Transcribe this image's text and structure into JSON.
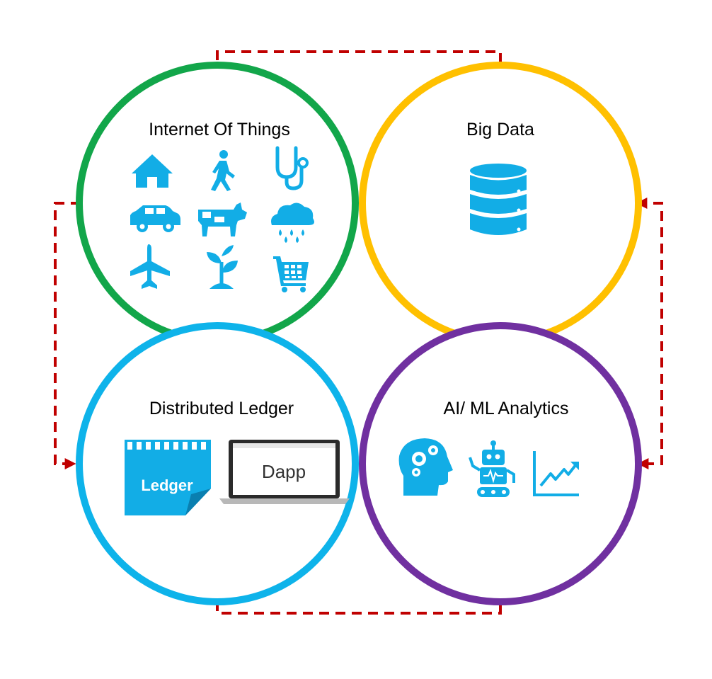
{
  "colors": {
    "iot": "#12A64A",
    "bigdata": "#FFC000",
    "ledger": "#0EB3EA",
    "ai": "#7030A0",
    "icon": "#12ADE6",
    "connector": "#C00000",
    "text": "#000000"
  },
  "nodes": {
    "iot": {
      "title": "Internet Of Things",
      "icons": [
        "house-icon",
        "walking-person-icon",
        "stethoscope-icon",
        "car-icon",
        "cow-icon",
        "rain-cloud-icon",
        "airplane-icon",
        "plant-icon",
        "shopping-cart-icon"
      ]
    },
    "bigdata": {
      "title": "Big Data",
      "icons": [
        "database-icon"
      ]
    },
    "ledger": {
      "title": "Distributed Ledger",
      "ledger_label": "Ledger",
      "dapp_label": "Dapp",
      "icons": [
        "ledger-calendar-icon",
        "dapp-laptop-icon"
      ]
    },
    "ai": {
      "title": "AI/ ML Analytics",
      "icons": [
        "brain-gears-icon",
        "robot-icon",
        "trend-chart-icon"
      ]
    }
  },
  "connectors": [
    {
      "from": "iot",
      "to": "bigdata",
      "style": "dashed"
    },
    {
      "from": "bigdata",
      "to": "ai",
      "style": "dashed"
    },
    {
      "from": "ai",
      "to": "ledger",
      "style": "dashed"
    },
    {
      "from": "iot",
      "to": "ledger",
      "style": "dashed"
    }
  ]
}
